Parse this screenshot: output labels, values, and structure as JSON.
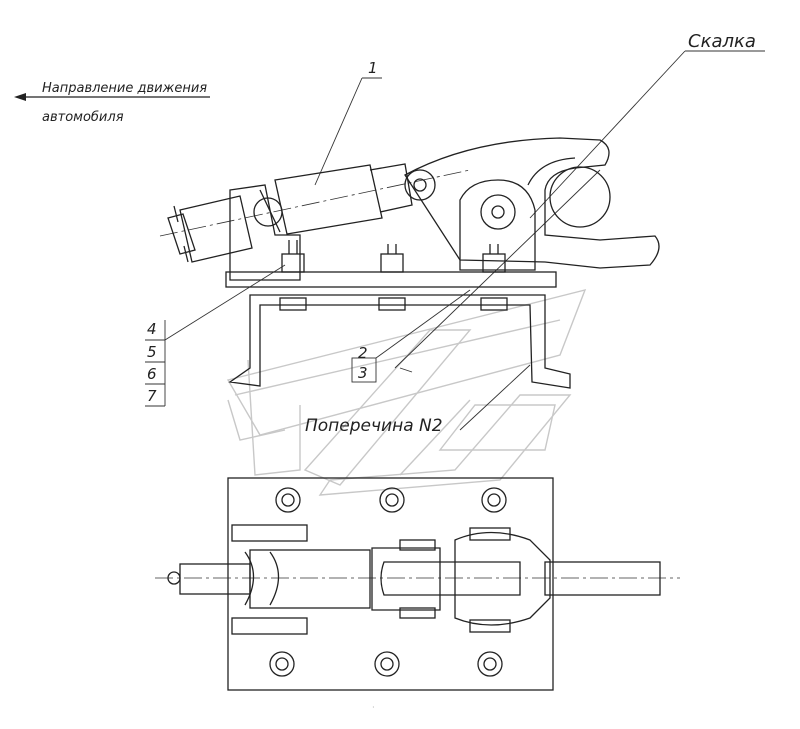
{
  "direction_text": {
    "line1": "Направление движения",
    "line2": "автомобиля"
  },
  "labels": {
    "skalka": "Скалка",
    "part_1": "1",
    "part_2": "2",
    "part_3": "3",
    "part_4": "4",
    "part_5": "5",
    "part_6": "6",
    "part_7": "7",
    "crossbar": "Поперечина N2"
  },
  "icons": {
    "direction_arrow": "arrow-left-icon",
    "watermark": "logo-watermark"
  }
}
